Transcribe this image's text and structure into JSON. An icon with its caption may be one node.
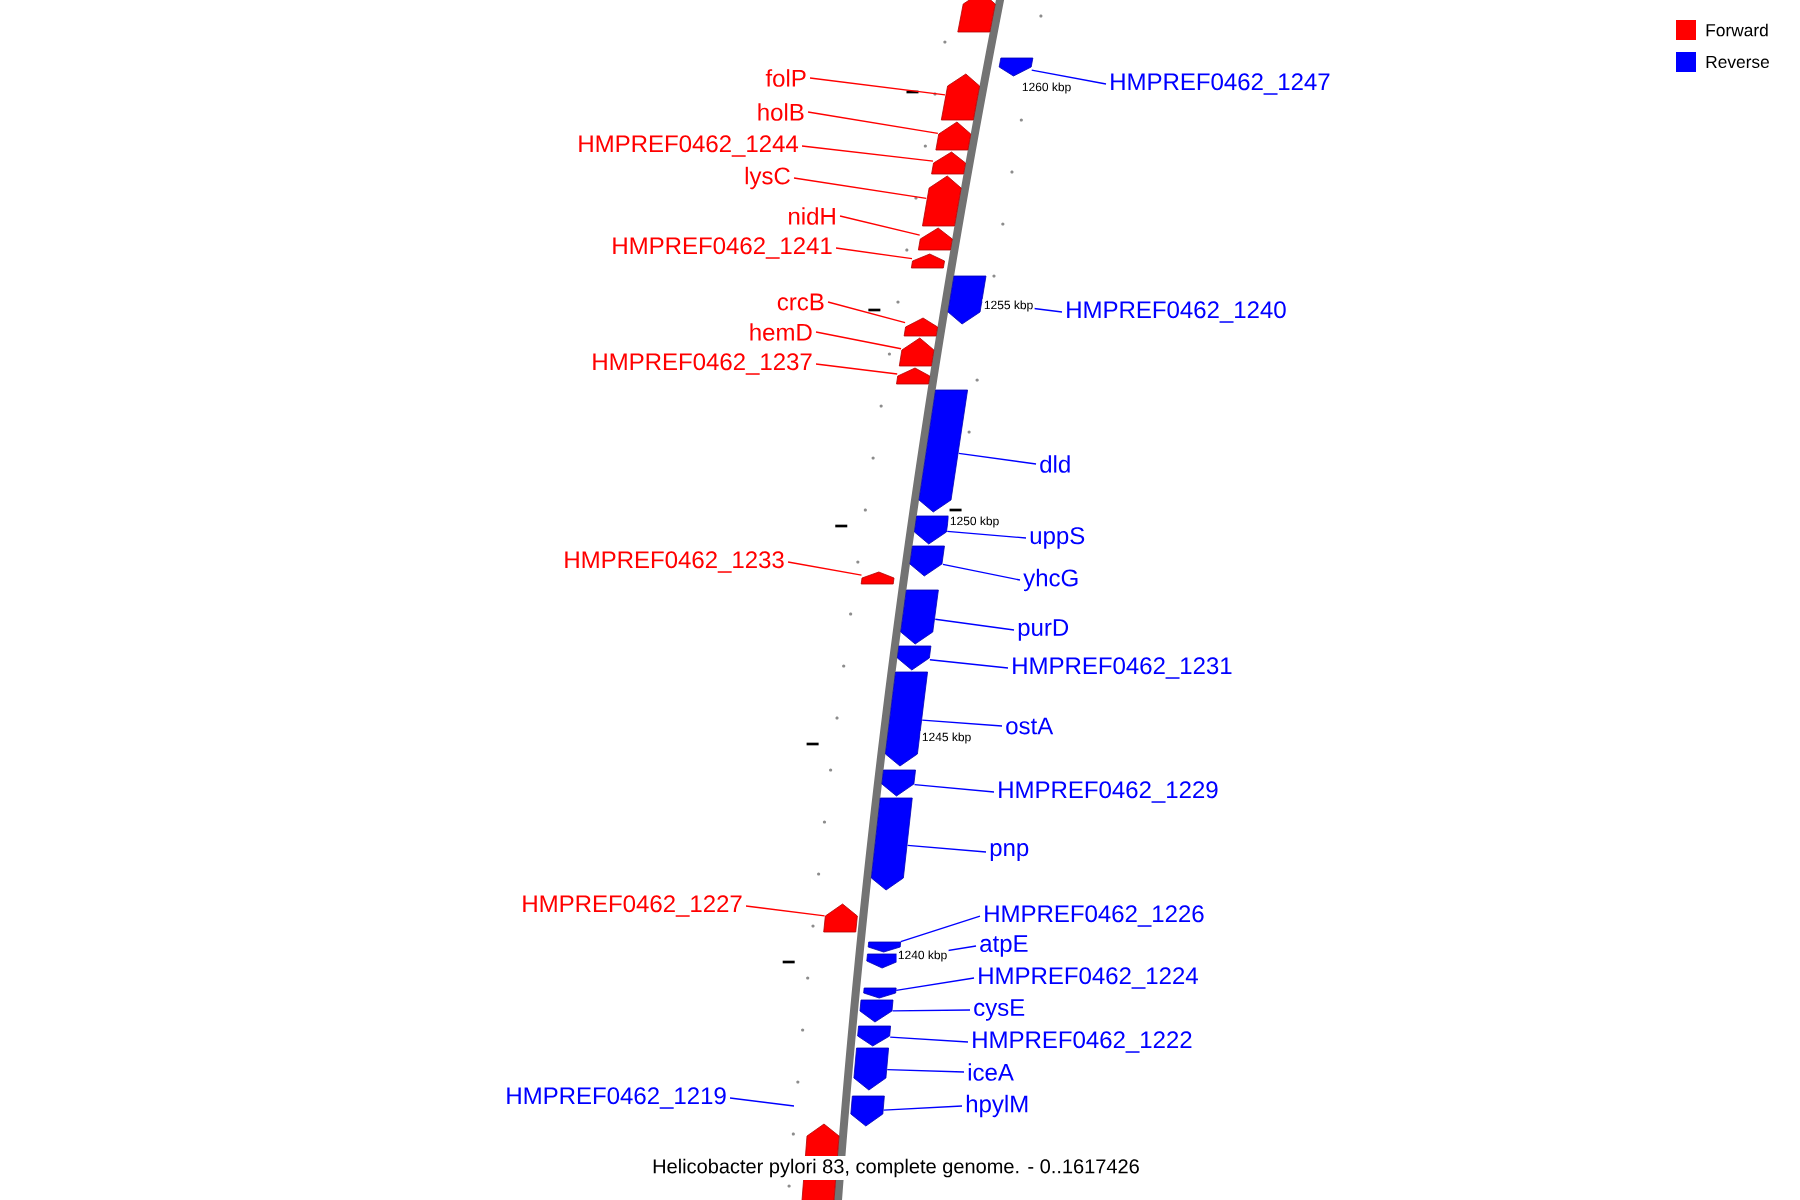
{
  "diagram": {
    "caption": "Helicobacter pylori 83, complete genome. - 0..1617426",
    "nodes": [
      {
        "text": [
          "folP"
        ]
      },
      {
        "text": [],
        "shape": "bar"
      },
      {
        "text": [
          "HMPREF0462_1247"
        ]
      },
      {
        "text": [],
        "shape": "bar"
      },
      {
        "text": [
          "holB"
        ]
      },
      {
        "text": [],
        "shape": "bar"
      },
      {
        "text": [
          "HMPREF0462_1244"
        ]
      },
      {
        "text": [],
        "shape": "bar"
      },
      {
        "text": [
          "lysC"
        ]
      },
      {
        "text": [],
        "shape": "bar"
      },
      {
        "text": [
          "nidH"
        ]
      },
      {
        "text": [],
        "shape": "bar"
      },
      {
        "text": [
          "HMPREF0462_1241"
        ]
      },
      {
        "text": [],
        "shape": "bar"
      },
      {
        "text": [
          "crcB"
        ]
      },
      {
        "text": [],
        "shape": "bar"
      },
      {
        "text": [
          "HMPREF0462_1240"
        ]
      },
      {
        "text": [],
        "shape": "bar"
      },
      {
        "text": [
          "hemD"
        ]
      },
      {
        "text": [],
        "shape": "bar"
      },
      {
        "text": [
          "HMPREF0462_1237"
        ]
      },
      {
        "text": [],
        "shape": "bar"
      },
      {
        "text": [
          "dld"
        ]
      },
      {
        "text": [],
        "shape": "bar"
      },
      {
        "text": [
          "uppS"
        ]
      },
      {
        "text": [],
        "shape": "bar"
      },
      {
        "text": [
          "HMPREF0462_1233"
        ]
      },
      {
        "text": [],
        "shape": "bar"
      },
      {
        "text": [
          "yhcG"
        ]
      },
      {
        "text": [],
        "shape": "bar"
      },
      {
        "text": [
          "purD"
        ]
      },
      {
        "text": [],
        "shape": "bar"
      },
      {
        "text": [
          "HMPREF0462_1231"
        ]
      },
      {
        "text": [],
        "shape": "bar"
      },
      {
        "text": [
          "ostA"
        ]
      },
      {
        "text": [],
        "shape": "bar"
      },
      {
        "text": [
          "HMPREF0462_1229"
        ]
      },
      {
        "text": [],
        "shape": "bar"
      },
      {
        "text": [
          "pnp"
        ]
      },
      {
        "text": [],
        "shape": "bar"
      },
      {
        "text": [
          "HMPREF0462_1227"
        ]
      },
      {
        "text": [],
        "shape": "bar"
      },
      {
        "text": [
          "HMPREF0462_1226"
        ]
      },
      {
        "text": [],
        "shape": "bar"
      },
      {
        "text": [
          "atpE"
        ]
      },
      {
        "text": [],
        "shape": "bar"
      },
      {
        "text": [
          "HMPREF0462_1224"
        ]
      },
      {
        "text": [],
        "shape": "bar"
      },
      {
        "text": [
          "cysE"
        ]
      },
      {
        "text": [],
        "shape": "bar"
      },
      {
        "text": [
          "HMPREF0462_1222"
        ]
      },
      {
        "text": [],
        "shape": "bar"
      },
      {
        "text": [
          "iceA"
        ]
      },
      {
        "text": [],
        "shape": "bar"
      },
      {
        "text": [
          "HMPREF0462_1219"
        ]
      },
      {
        "text": [
          "hpylM"
        ]
      },
      {
        "text": [],
        "shape": "bar"
      },
      {
        "text": [],
        "shape": "bar"
      },
      {
        "text": [],
        "shape": "bar"
      }
    ],
    "edges": [
      {
        "from": 0,
        "to": 1,
        "arrow": "none",
        "color": "#ff0000"
      },
      {
        "from": 2,
        "to": 3,
        "arrow": "none"
      },
      {
        "from": 4,
        "to": 5,
        "arrow": "none",
        "color": "#ff0000"
      },
      {
        "from": 6,
        "to": 7,
        "arrow": "none",
        "color": "#ff0000"
      },
      {
        "from": 8,
        "to": 9,
        "arrow": "none",
        "color": "#ff0000"
      },
      {
        "from": 10,
        "to": 11,
        "arrow": "none",
        "color": "#ff0000"
      },
      {
        "from": 12,
        "to": 13,
        "arrow": "none",
        "color": "#ff0000"
      },
      {
        "from": 14,
        "to": 15,
        "arrow": "none",
        "color": "#ff0000"
      },
      {
        "from": 16,
        "to": 17,
        "arrow": "none"
      },
      {
        "from": 18,
        "to": 19,
        "arrow": "none",
        "color": "#ff0000"
      },
      {
        "from": 20,
        "to": 21,
        "arrow": "none",
        "color": "#ff0000"
      },
      {
        "from": 22,
        "to": 23,
        "arrow": "none"
      },
      {
        "from": 24,
        "to": 25,
        "arrow": "none"
      },
      {
        "from": 26,
        "to": 27,
        "arrow": "none",
        "color": "#ff0000"
      },
      {
        "from": 28,
        "to": 29,
        "arrow": "none"
      },
      {
        "from": 30,
        "to": 31,
        "arrow": "none"
      },
      {
        "from": 32,
        "to": 33,
        "arrow": "none"
      },
      {
        "from": 34,
        "to": 35,
        "arrow": "none"
      },
      {
        "from": 36,
        "to": 37,
        "arrow": "none"
      },
      {
        "from": 38,
        "to": 39,
        "arrow": "none"
      },
      {
        "from": 40,
        "to": 41,
        "arrow": "none",
        "color": "#ff0000"
      },
      {
        "from": 42,
        "to": 43,
        "arrow": "none"
      },
      {
        "from": 44,
        "to": 45,
        "arrow": "none"
      },
      {
        "from": 46,
        "to": 47,
        "arrow": "none"
      },
      {
        "from": 48,
        "to": 49,
        "arrow": "none"
      },
      {
        "from": 50,
        "to": 51,
        "arrow": "none"
      },
      {
        "from": 52,
        "to": 53,
        "arrow": "none"
      },
      {
        "from": 54,
        "to": null,
        "arrow": "none"
      },
      {
        "from": 55,
        "to": 56,
        "arrow": "none"
      }
    ],
    "labels": [
      "1260 kbp",
      "1255 kbp",
      "1250 kbp",
      "1245 kbp",
      "1240 kbp"
    ],
    "legend": [
      {
        "text": "Forward",
        "color": "#ff0000"
      },
      {
        "text": "Reverse",
        "color": "#0000ff"
      }
    ]
  }
}
